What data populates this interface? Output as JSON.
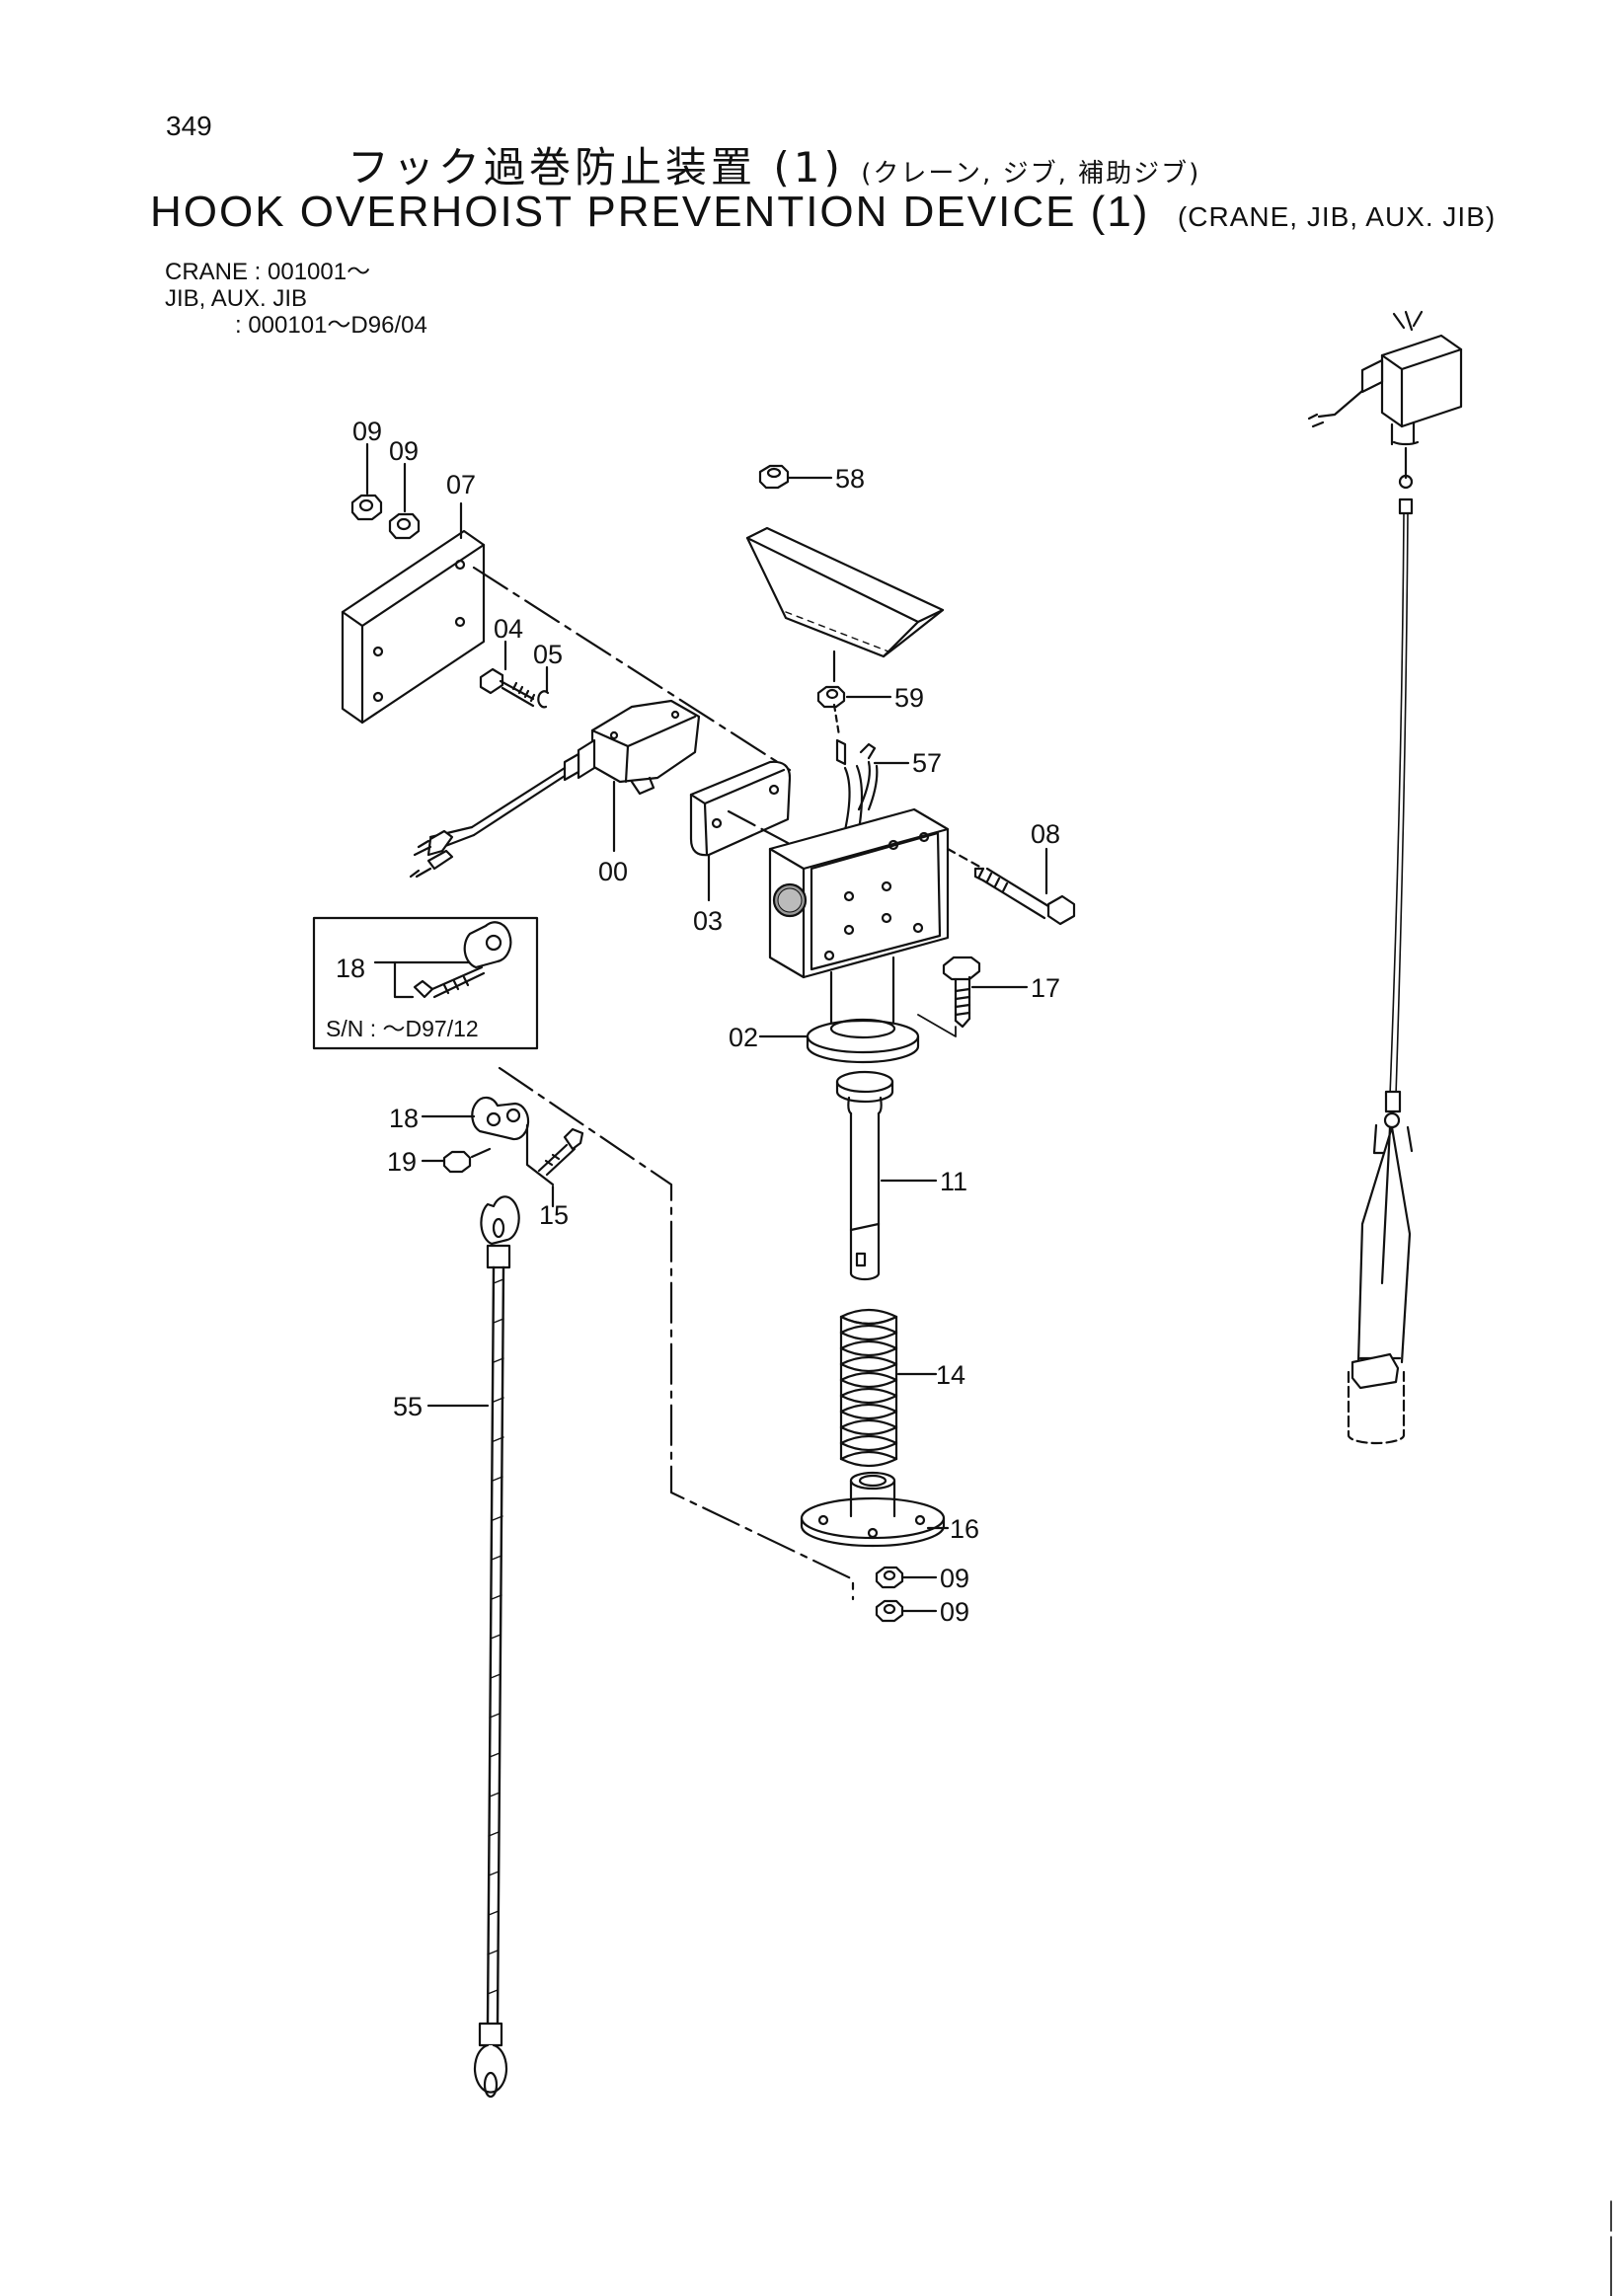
{
  "header": {
    "page_number": "349",
    "title_jp": "フック過巻防止装置 (1)",
    "title_jp_sub": "(クレーン, ジブ, 補助ジブ)",
    "title_en": "HOOK OVERHOIST PREVENTION DEVICE (1)",
    "title_en_sub": "(CRANE, JIB, AUX. JIB)"
  },
  "serials": {
    "line1": "CRANE : 001001～",
    "line2": "JIB, AUX. JIB",
    "line3": ": 000101～D96/04"
  },
  "inset": {
    "callout": "18",
    "serial_note": "S/N : ～D97/12"
  },
  "callouts": {
    "c09a": "09",
    "c09b": "09",
    "c07": "07",
    "c04": "04",
    "c05": "05",
    "c58": "58",
    "c59": "59",
    "c57": "57",
    "c08": "08",
    "c00": "00",
    "c03": "03",
    "c17": "17",
    "c02": "02",
    "c11": "11",
    "c18": "18",
    "c19": "19",
    "c15": "15",
    "c14": "14",
    "c55": "55",
    "c16": "16",
    "c09c": "09",
    "c09d": "09"
  }
}
